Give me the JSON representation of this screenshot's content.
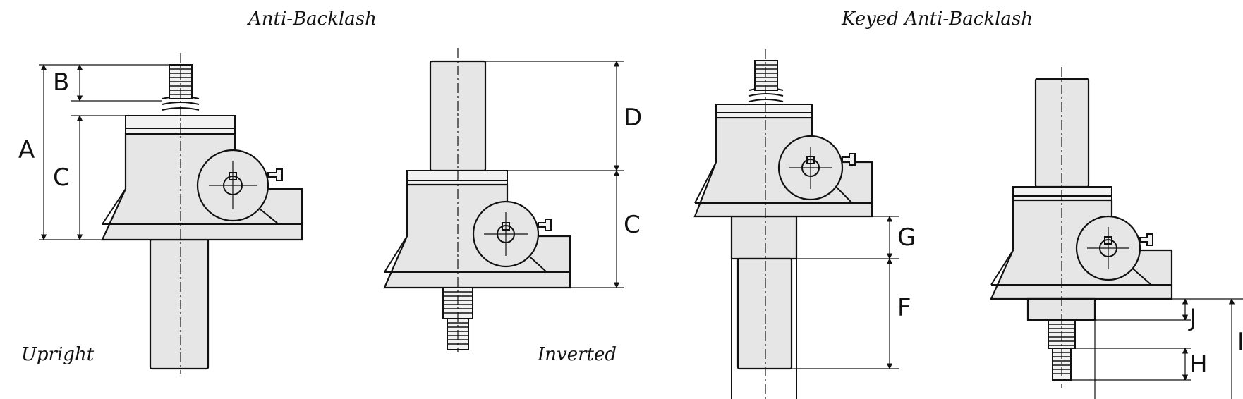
{
  "titles": {
    "anti_backlash": "Anti-Backlash",
    "keyed_anti_backlash": "Keyed Anti-Backlash"
  },
  "captions": {
    "upright": "Upright",
    "inverted": "Inverted"
  },
  "dimension_labels": {
    "a": "A",
    "b": "B",
    "c_upright": "C",
    "c_inverted": "C",
    "d": "D",
    "g": "G",
    "f": "F",
    "j": "J",
    "h": "H",
    "partial_right": "I"
  }
}
